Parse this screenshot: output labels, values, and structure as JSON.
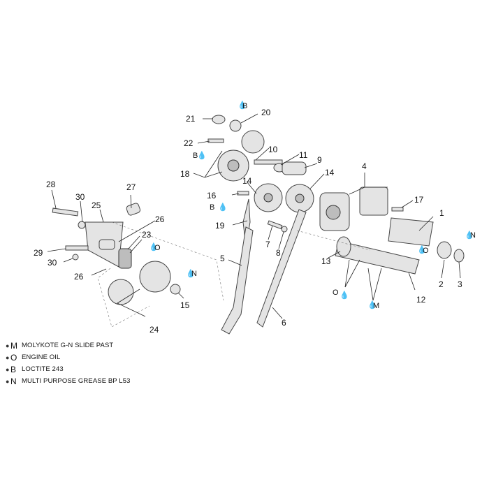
{
  "callouts": [
    "1",
    "2",
    "3",
    "4",
    "5",
    "6",
    "7",
    "8",
    "9",
    "10",
    "11",
    "12",
    "13",
    "14",
    "14",
    "15",
    "16",
    "17",
    "18",
    "19",
    "20",
    "21",
    "22",
    "23",
    "24",
    "25",
    "26",
    "26",
    "27",
    "28",
    "29",
    "30",
    "30"
  ],
  "symbols": [
    "B",
    "B",
    "B",
    "O",
    "O",
    "O",
    "N",
    "N",
    "M"
  ],
  "legend": [
    {
      "letter": "M",
      "text": "MOLYKOTE G-N SLIDE PAST"
    },
    {
      "letter": "O",
      "text": "ENGINE OIL"
    },
    {
      "letter": "B",
      "text": "LOCTITE 243"
    },
    {
      "letter": "N",
      "text": "MULTI PURPOSE GREASE BP L53"
    }
  ],
  "icons": {
    "drop": "oil-drop-icon"
  }
}
